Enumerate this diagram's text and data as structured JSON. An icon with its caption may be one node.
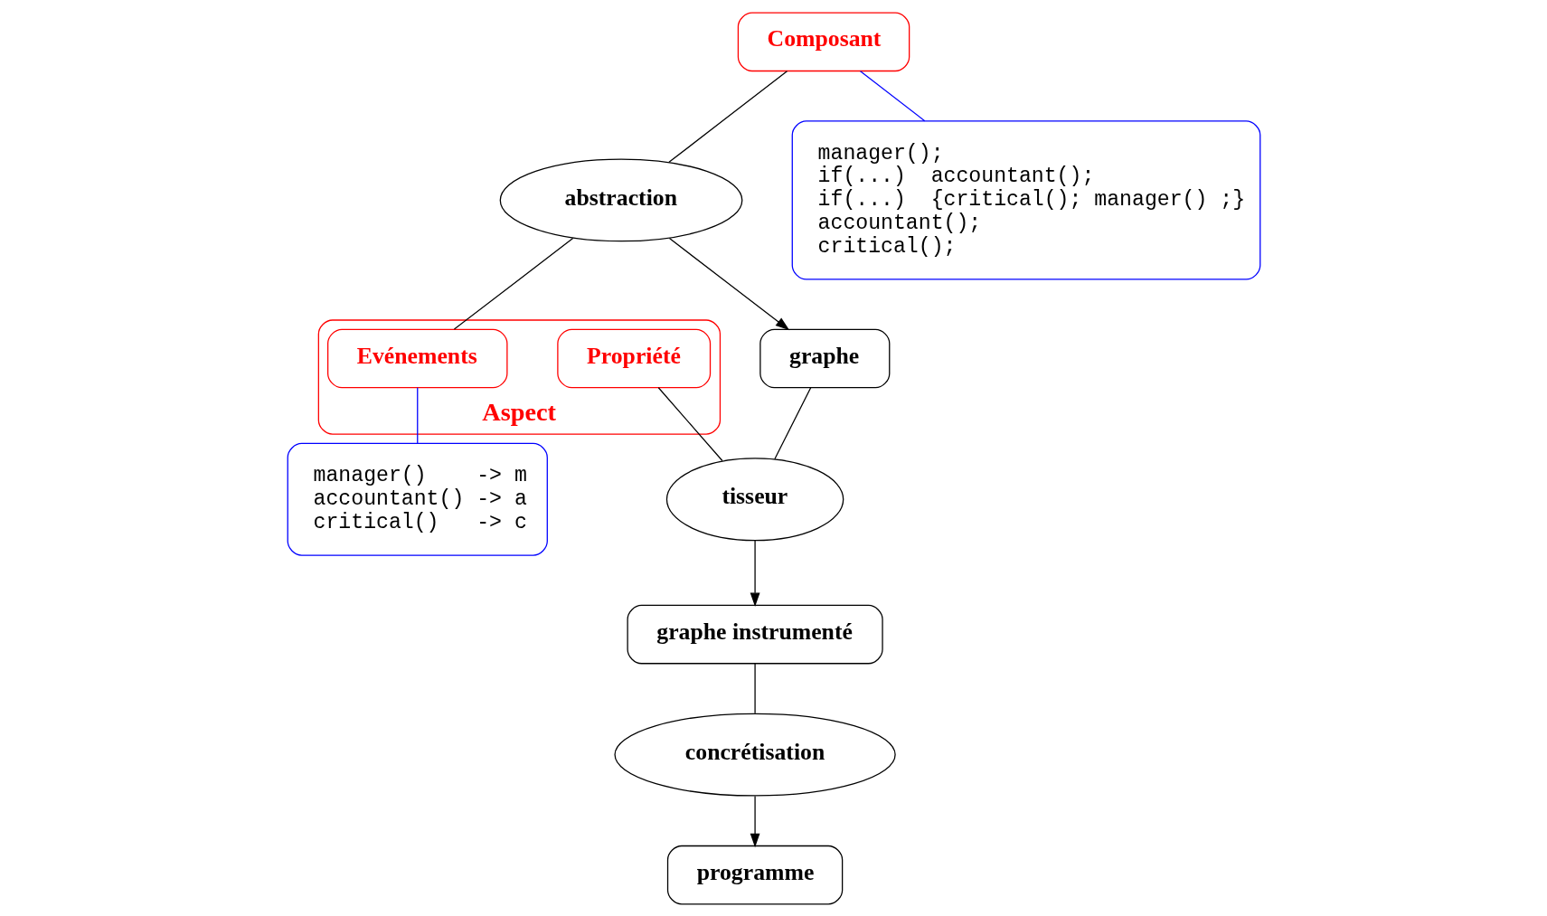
{
  "diagram": {
    "nodes": [
      {
        "text": [
          "Aspect"
        ]
      },
      {
        "text": [
          "Composant"
        ]
      },
      {
        "text": [
          "abstraction"
        ]
      },
      {
        "text": [
          "Evénements"
        ],
        "in": 0
      },
      {
        "text": [
          "Propriété"
        ],
        "in": 0
      },
      {
        "text": [
          "graphe"
        ]
      },
      {
        "text": [
          "tisseur"
        ]
      },
      {
        "text": [
          "graphe instrumenté"
        ]
      },
      {
        "text": [
          "concrétisation"
        ]
      },
      {
        "text": [
          "programme"
        ]
      },
      {
        "text": [
          "manager();",
          "if(...)  accountant();",
          "if(...)  {critical(); manager() ;}",
          "accountant();",
          "critical();"
        ]
      },
      {
        "text": [
          "manager()    -> m",
          "accountant() -> a",
          "critical()   -> c"
        ]
      }
    ],
    "edges": [
      {
        "from": 1,
        "to": 2,
        "arrow": "none"
      },
      {
        "from": 2,
        "to": 3,
        "arrow": "none"
      },
      {
        "from": 2,
        "to": 5,
        "arrow": "to"
      },
      {
        "from": 5,
        "to": 6,
        "arrow": "none"
      },
      {
        "from": 4,
        "to": 6,
        "arrow": "none"
      },
      {
        "from": 6,
        "to": 7,
        "arrow": "to"
      },
      {
        "from": 7,
        "to": 8,
        "arrow": "none"
      },
      {
        "from": 8,
        "to": 9,
        "arrow": "to"
      },
      {
        "from": 1,
        "to": 10,
        "arrow": "none",
        "color": "#0000ff"
      },
      {
        "from": 3,
        "to": 11,
        "arrow": "none",
        "color": "#0000ff"
      }
    ]
  }
}
